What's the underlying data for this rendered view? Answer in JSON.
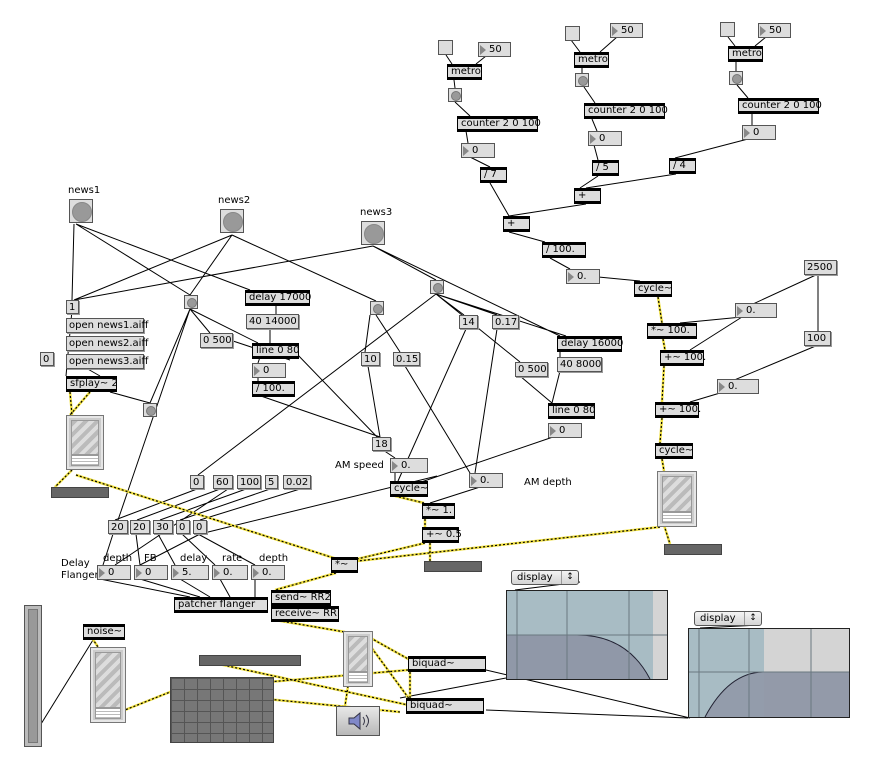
{
  "window": {
    "type": "Max/MSP patcher"
  },
  "colors": {
    "signal_cord": "#f0e040",
    "control_cord": "#000000",
    "box_fill": "#dddddd",
    "filter_pass": "#a8bcc4",
    "filter_curve_fill": "#9098a8"
  },
  "metro_sections": [
    {
      "interval": "50",
      "metro": "metro",
      "counter": "counter 2 0 100",
      "count": "0",
      "divide": "/ 7"
    },
    {
      "interval": "50",
      "metro": "metro",
      "counter": "counter 2 0 100",
      "count": "0",
      "divide": "/ 5"
    },
    {
      "interval": "50",
      "metro": "metro",
      "counter": "counter 2 0 100",
      "count": "0",
      "divide": "/ 4"
    }
  ],
  "sum": {
    "plus1": "+",
    "plus2": "+",
    "div100": "/ 100.",
    "result": "0.",
    "cycle": "cycle~"
  },
  "mod": {
    "val2500": "2500",
    "num_a": "0.",
    "mul100": "*~ 100.",
    "add100a": "+~ 100.",
    "val100": "100",
    "num_b": "0.",
    "add100b": "+~ 100.",
    "cycle": "cycle~"
  },
  "news": [
    {
      "label": "news1",
      "open": "open news1.aiff"
    },
    {
      "label": "news2",
      "open": "open news2.aiff"
    },
    {
      "label": "news3",
      "open": "open news3.aiff"
    }
  ],
  "player": {
    "msg1": "1",
    "msg0": "0",
    "sfplay": "sfplay~ 2"
  },
  "env1": {
    "ramp": "0 500",
    "delay": "delay 17000",
    "target": "40 14000",
    "line": "line 0 80",
    "value": "0",
    "div": "/ 100."
  },
  "env2": {
    "v10": "10",
    "v015": "0.15",
    "v18": "18",
    "v14": "14",
    "v017": "0.17",
    "delay": "delay 16000",
    "target": "40 8000",
    "ramp": "0 500",
    "line": "line 0 80",
    "value": "0"
  },
  "am": {
    "speed_label": "AM speed",
    "speed": "0.",
    "depth_label": "AM depth",
    "depth": "0.",
    "cycle": "cycle~",
    "mul": "*~ 1.",
    "add": "+~ 0.5",
    "mul_sig": "*~"
  },
  "flanger": {
    "presets_a": [
      "0",
      "60",
      "100",
      "5",
      "0.02"
    ],
    "presets_b": [
      "20",
      "20",
      "30",
      "0",
      "0"
    ],
    "title1": "Delay",
    "title2": "Flanger",
    "param_labels": [
      "depth",
      "FB",
      "delay",
      "rate",
      "depth"
    ],
    "param_values": [
      "0",
      "0",
      "5.",
      "0.",
      "0."
    ],
    "patcher": "patcher flanger",
    "send": "send~ RR2",
    "receive": "receive~ RR"
  },
  "filters": {
    "noise": "noise~",
    "biquad1": "biquad~",
    "biquad2": "biquad~",
    "menu1": "display",
    "menu2": "display"
  }
}
